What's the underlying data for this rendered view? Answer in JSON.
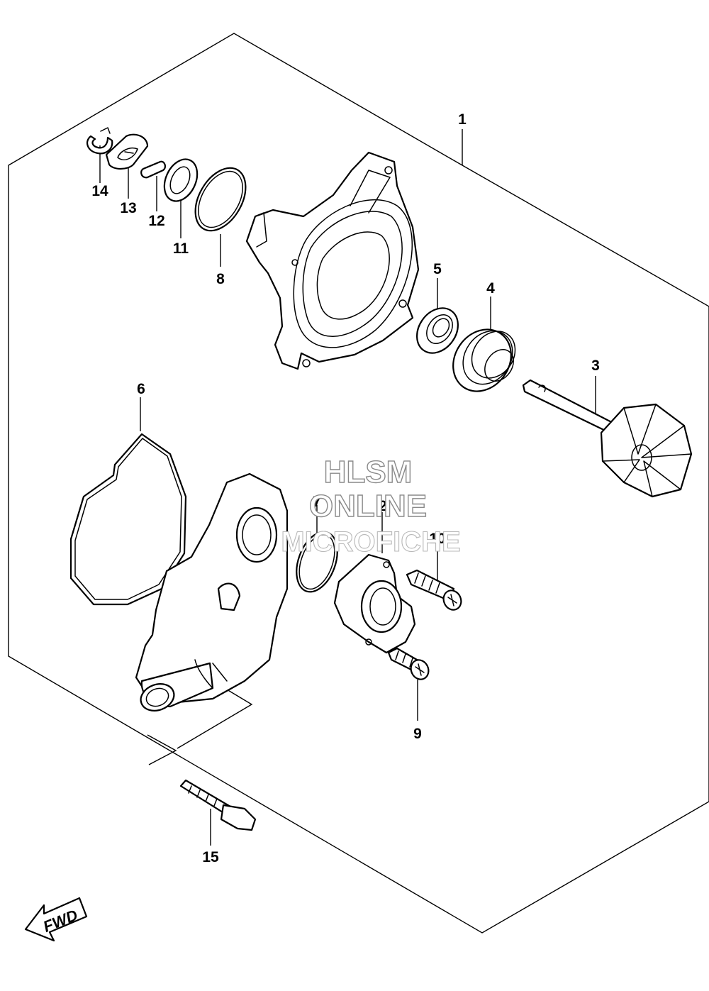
{
  "callouts": {
    "c1": "1",
    "c2": "2",
    "c3": "3",
    "c4": "4",
    "c5": "5",
    "c6": "6",
    "c7": "7",
    "c8": "8",
    "c9": "9",
    "c10": "10",
    "c11": "11",
    "c12": "12",
    "c13": "13",
    "c14": "14",
    "c15": "15"
  },
  "watermark": {
    "line1": "HLSM",
    "line2": "ONLINE",
    "line3": "MICROFICHE"
  },
  "direction": {
    "label": "FWD"
  }
}
